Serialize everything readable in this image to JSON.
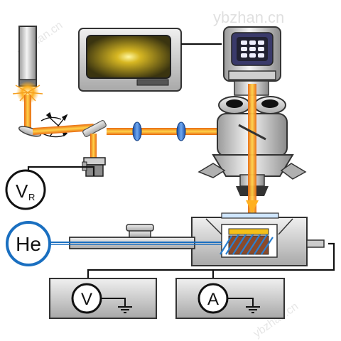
{
  "watermark": {
    "top_right": "ybzhan.cn",
    "top_left": "ybzhan.cn",
    "bottom_right": "ybzhan.cn"
  },
  "labels": {
    "reference_voltage_main": "V",
    "reference_voltage_sub": "R",
    "helium": "He",
    "voltmeter": "V",
    "ammeter": "A"
  },
  "colors": {
    "laser_orange": "#f08a10",
    "laser_yellow": "#f8d020",
    "circle_blue": "#1a6fc0",
    "wire": "#111111",
    "metal_light": "#e6e6e6",
    "metal_mid": "#b9b9b9",
    "monitor_dark": "#2a2a1a"
  },
  "icons": {
    "voltmeter": "voltmeter-icon",
    "ammeter": "ammeter-icon",
    "ground": "ground-icon"
  }
}
